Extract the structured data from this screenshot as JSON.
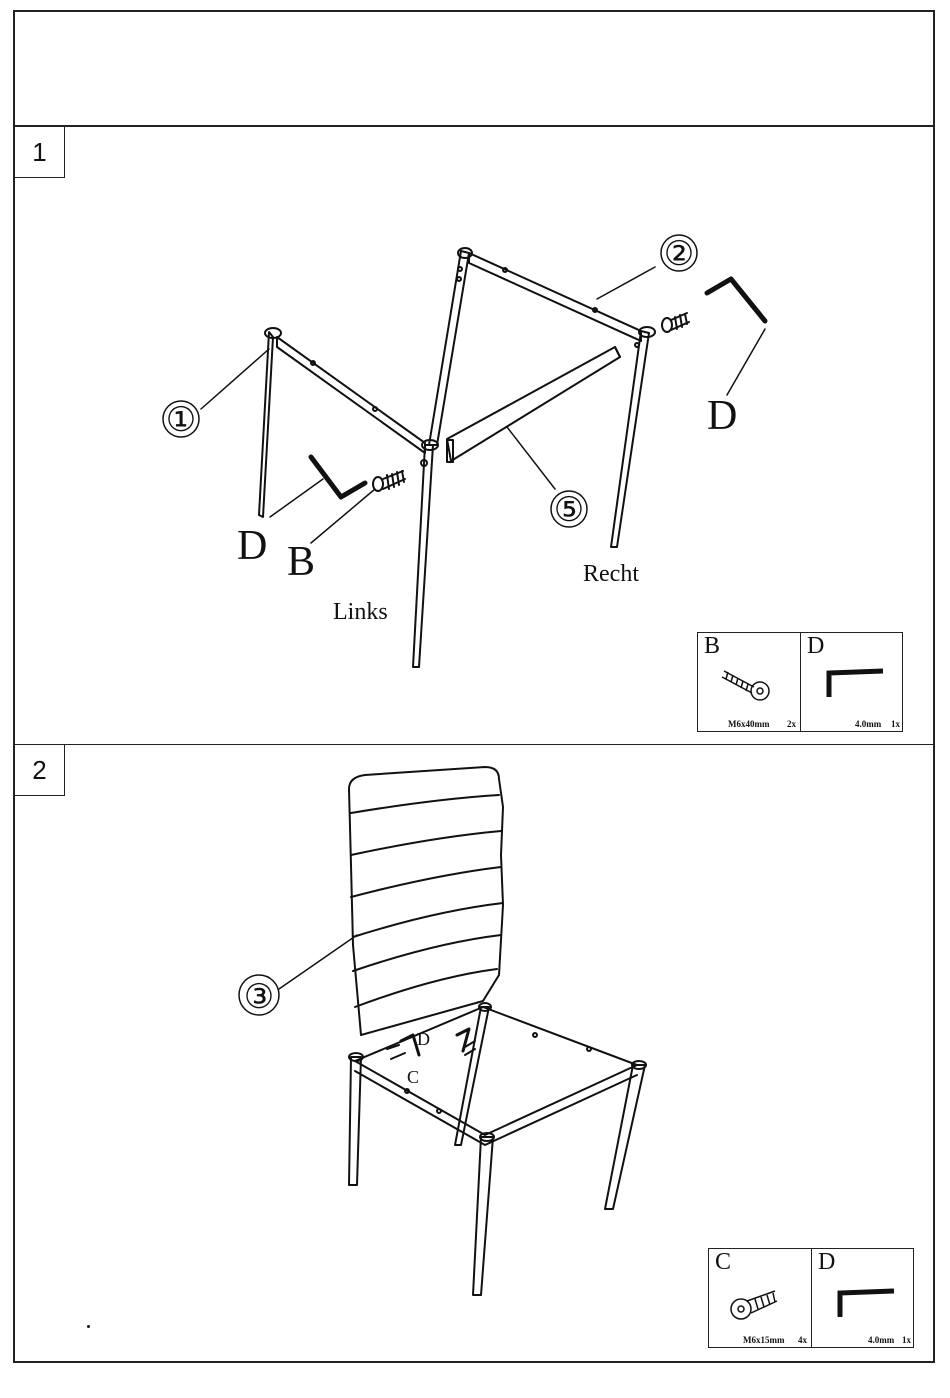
{
  "steps": [
    {
      "number": "1",
      "callouts": [
        "①",
        "②",
        "⑤"
      ],
      "tool_letter": "D",
      "screw_letter": "B",
      "left_side_label": "Links",
      "right_side_label": "Recht",
      "parts": [
        {
          "letter": "B",
          "icon": "bolt-icon",
          "spec": "M6x40mm",
          "qty": "2x"
        },
        {
          "letter": "D",
          "icon": "allen-key-icon",
          "spec": "4.0mm",
          "qty": "1x"
        }
      ]
    },
    {
      "number": "2",
      "callouts": [
        "③"
      ],
      "tool_letter": "D",
      "screw_letter": "C",
      "parts": [
        {
          "letter": "C",
          "icon": "bolt-icon",
          "spec": "M6x15mm",
          "qty": "4x"
        },
        {
          "letter": "D",
          "icon": "allen-key-icon",
          "spec": "4.0mm",
          "qty": "1x"
        }
      ]
    }
  ],
  "colors": {
    "line": "#111111",
    "background": "#ffffff"
  }
}
